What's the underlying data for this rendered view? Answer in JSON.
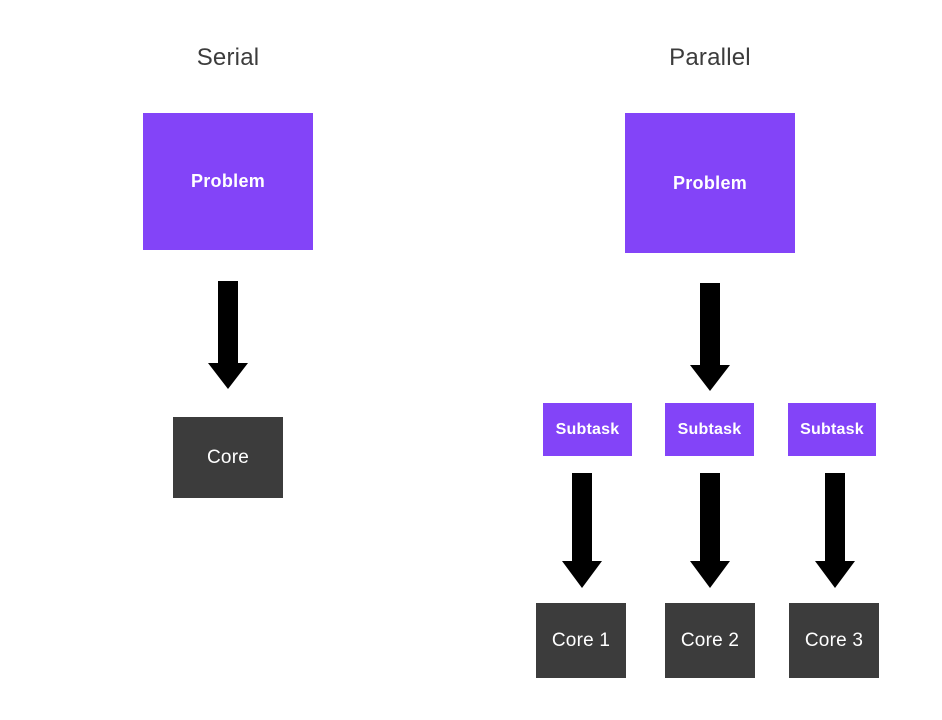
{
  "diagram": {
    "title_serial": "Serial",
    "title_parallel": "Parallel",
    "colors": {
      "background": "#ffffff",
      "purple": "#8344f8",
      "dark_gray": "#3c3c3c",
      "arrow": "#000000",
      "box_text": "#ffffff",
      "title_text": "#3c3c3c"
    },
    "serial": {
      "title": "Serial",
      "problem_label": "Problem",
      "core_label": "Core",
      "arrow_name": "arrow-problem-to-core"
    },
    "parallel": {
      "title": "Parallel",
      "problem_label": "Problem",
      "subtasks": [
        {
          "label": "Subtask"
        },
        {
          "label": "Subtask"
        },
        {
          "label": "Subtask"
        }
      ],
      "cores": [
        {
          "label": "Core 1"
        },
        {
          "label": "Core 2"
        },
        {
          "label": "Core 3"
        }
      ],
      "arrows": [
        {
          "name": "arrow-problem-to-subtask-2"
        },
        {
          "name": "arrow-subtask-1-to-core-1"
        },
        {
          "name": "arrow-subtask-2-to-core-2"
        },
        {
          "name": "arrow-subtask-3-to-core-3"
        }
      ]
    }
  }
}
